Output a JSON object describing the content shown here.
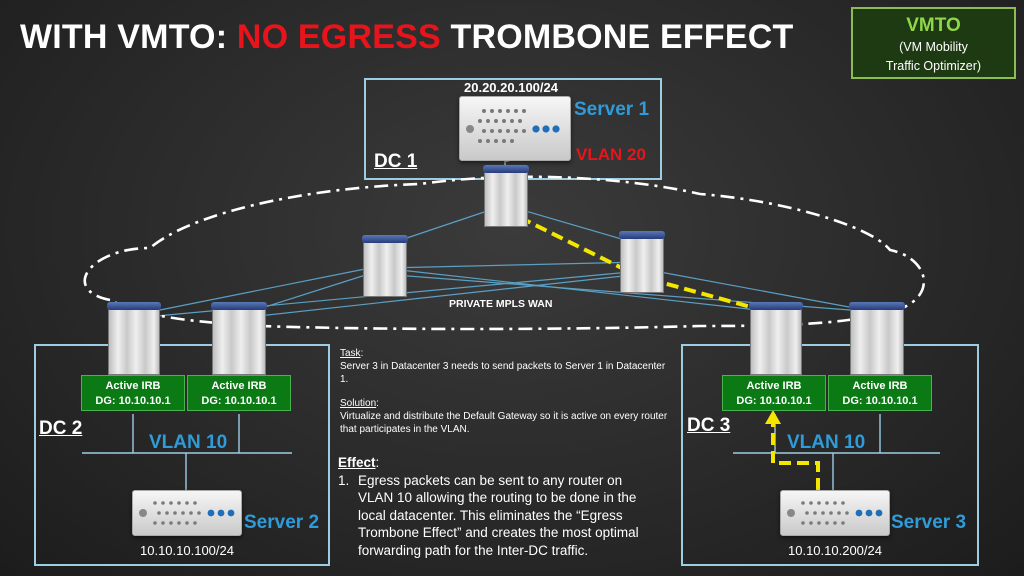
{
  "title": {
    "prefix": "WITH VMTO: ",
    "highlight": "NO EGRESS",
    "suffix": " TROMBONE EFFECT"
  },
  "vmto": {
    "title": "VMTO",
    "line1": "(VM Mobility",
    "line2": "Traffic Optimizer)"
  },
  "dc1": {
    "ip": "20.20.20.100/24",
    "server": "Server 1",
    "vlan": "VLAN 20",
    "label": "DC 1"
  },
  "wan": {
    "label": "PRIVATE MPLS WAN"
  },
  "dc2": {
    "label": "DC 2",
    "vlan": "VLAN 10",
    "server": "Server 2",
    "ip": "10.10.10.100/24",
    "irb": [
      {
        "l1": "Active IRB",
        "l2": "DG: 10.10.10.1"
      },
      {
        "l1": "Active IRB",
        "l2": "DG: 10.10.10.1"
      }
    ]
  },
  "dc3": {
    "label": "DC 3",
    "vlan": "VLAN 10",
    "server": "Server 3",
    "ip": "10.10.10.200/24",
    "irb": [
      {
        "l1": "Active IRB",
        "l2": "DG: 10.10.10.1"
      },
      {
        "l1": "Active IRB",
        "l2": "DG: 10.10.10.1"
      }
    ]
  },
  "task": {
    "heading": "Task",
    "text": "Server 3 in Datacenter 3 needs to send packets to Server 1 in Datacenter 1."
  },
  "solution": {
    "heading": "Solution",
    "text": "Virtualize and distribute the Default Gateway so it is active on every router that participates in the VLAN."
  },
  "effect": {
    "heading": "Effect",
    "number": "1.",
    "text": "Egress packets can be sent to any router on VLAN 10 allowing the routing to be done in the local datacenter. This eliminates the “Egress Trombone Effect” and creates the most optimal forwarding path for the Inter-DC traffic."
  },
  "colors": {
    "red": "#e8141b",
    "blue": "#2f9bd8",
    "green": "#0b7a15",
    "path": "#f5e600",
    "box": "#9ccde2"
  }
}
